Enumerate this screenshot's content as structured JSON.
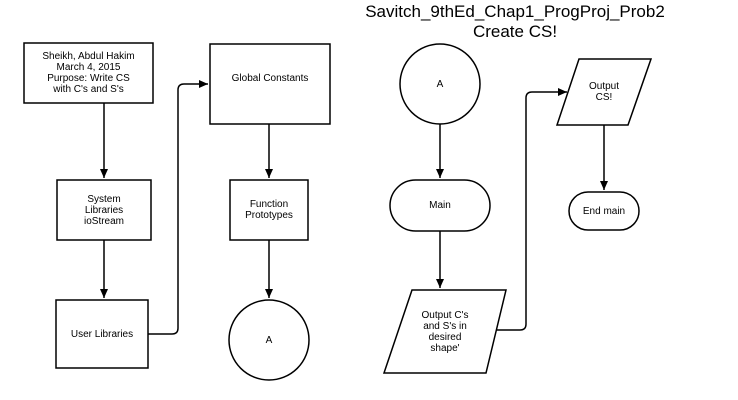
{
  "diagram": {
    "title": "Savitch_9thEd_Chap1_ProgProj_Prob2",
    "subtitle": "Create CS!",
    "nodes": {
      "header": {
        "shape": "rect",
        "text": "Sheikh, Abdul Hakim\nMarch 4, 2015\nPurpose: Write CS\nwith C's and S's"
      },
      "system_libraries": {
        "shape": "rect",
        "text": "System\nLibraries\nioStream"
      },
      "user_libraries": {
        "shape": "rect",
        "text": "User Libraries"
      },
      "global_constants": {
        "shape": "rect",
        "text": "Global Constants"
      },
      "function_prototypes": {
        "shape": "rect",
        "text": "Function\nPrototypes"
      },
      "connector_a_out": {
        "shape": "circle",
        "text": "A"
      },
      "connector_a_in": {
        "shape": "circle",
        "text": "A"
      },
      "main": {
        "shape": "terminator",
        "text": "Main"
      },
      "output_cs_shape": {
        "shape": "parallelogram",
        "text": "Output C's\nand S's in\ndesired\nshape'"
      },
      "output_cs": {
        "shape": "parallelogram",
        "text": "Output\nCS!"
      },
      "end_main": {
        "shape": "terminator",
        "text": "End main"
      }
    },
    "edges": [
      {
        "from": "header",
        "to": "system_libraries"
      },
      {
        "from": "system_libraries",
        "to": "user_libraries"
      },
      {
        "from": "user_libraries",
        "to": "global_constants"
      },
      {
        "from": "global_constants",
        "to": "function_prototypes"
      },
      {
        "from": "function_prototypes",
        "to": "connector_a_out"
      },
      {
        "from": "connector_a_in",
        "to": "main"
      },
      {
        "from": "main",
        "to": "output_cs_shape"
      },
      {
        "from": "output_cs_shape",
        "to": "output_cs"
      },
      {
        "from": "output_cs",
        "to": "end_main"
      }
    ]
  }
}
